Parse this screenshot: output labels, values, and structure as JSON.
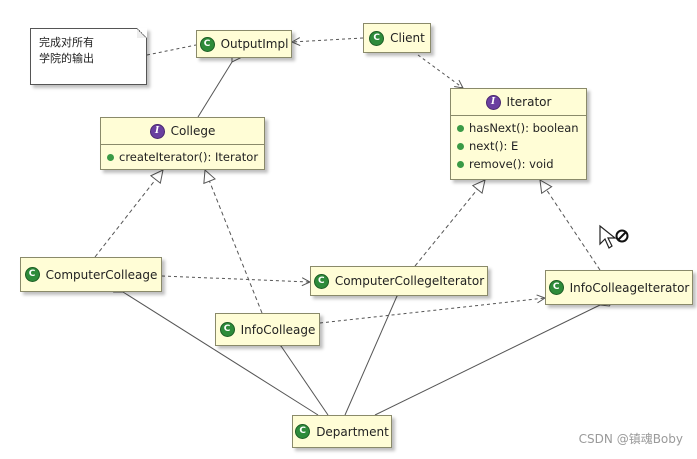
{
  "note": {
    "line1": "完成对所有",
    "line2": "学院的输出"
  },
  "classes": {
    "output_impl": {
      "name": "OutputImpl",
      "kind": "class"
    },
    "client": {
      "name": "Client",
      "kind": "class"
    },
    "iterator": {
      "name": "Iterator",
      "kind": "interface",
      "methods": [
        "hasNext(): boolean",
        "next(): E",
        "remove(): void"
      ]
    },
    "college": {
      "name": "College",
      "kind": "interface",
      "methods": [
        "createIterator(): Iterator"
      ]
    },
    "computer_colleage": {
      "name": "ComputerColleage",
      "kind": "class"
    },
    "computer_college_iterator": {
      "name": "ComputerCollegeIterator",
      "kind": "class"
    },
    "info_colleage": {
      "name": "InfoColleage",
      "kind": "class"
    },
    "info_colleage_iterator": {
      "name": "InfoColleageIterator",
      "kind": "class"
    },
    "department": {
      "name": "Department",
      "kind": "class"
    }
  },
  "badges": {
    "class_letter": "C",
    "interface_letter": "I"
  },
  "watermark": "CSDN @镇魂Boby",
  "colors": {
    "class_fill": "#fffdd6",
    "class_badge": "#2e8b3a",
    "interface_badge": "#6a3fa0",
    "line": "#555555"
  }
}
